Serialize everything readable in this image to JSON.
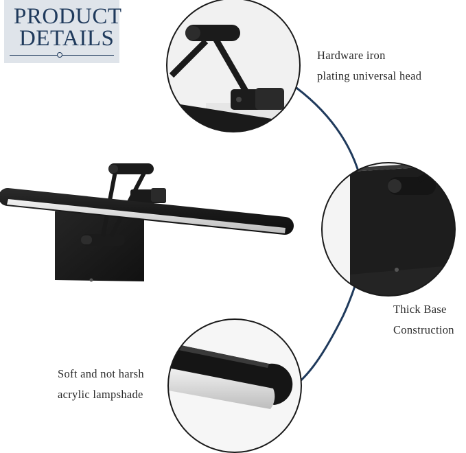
{
  "badge": {
    "line1": "PRODUCT",
    "line2": "DETAILS"
  },
  "callouts": {
    "head": {
      "line1": "Hardware iron",
      "line2": "plating universal head"
    },
    "base": {
      "line1": "Thick Base",
      "line2": "Construction"
    },
    "shade": {
      "line1": "Soft and not harsh",
      "line2": "acrylic lampshade"
    }
  },
  "colors": {
    "navy": "#1f3a5c",
    "fixture": "#1e1e1e",
    "diffuser": "#d8d8d8"
  }
}
